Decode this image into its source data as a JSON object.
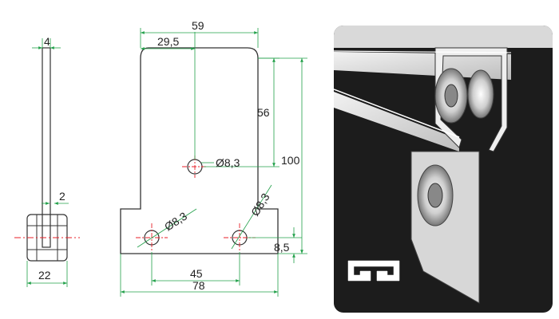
{
  "dimensions": {
    "plate_thickness": "4",
    "width_total": "59",
    "width_half": "29,5",
    "hole_height": "56",
    "height_total": "100",
    "hole_diameter_center": "Ø8,3",
    "roller_gap": "2",
    "hole_diameter_left": "Ø8,3",
    "hole_diameter_right": "Ø8,3",
    "hole_offset_bottom": "8,5",
    "roller_width": "22",
    "hole_spacing": "45",
    "base_width": "78"
  },
  "colors": {
    "line": "#333333",
    "dimension": "#22a04a",
    "center_mark": "#e8202a",
    "photo_bg": "#1c1c1c",
    "photo_light": "#e6e6e6"
  },
  "icons": {
    "profile_symbol": "c-channel-profile-icon"
  }
}
